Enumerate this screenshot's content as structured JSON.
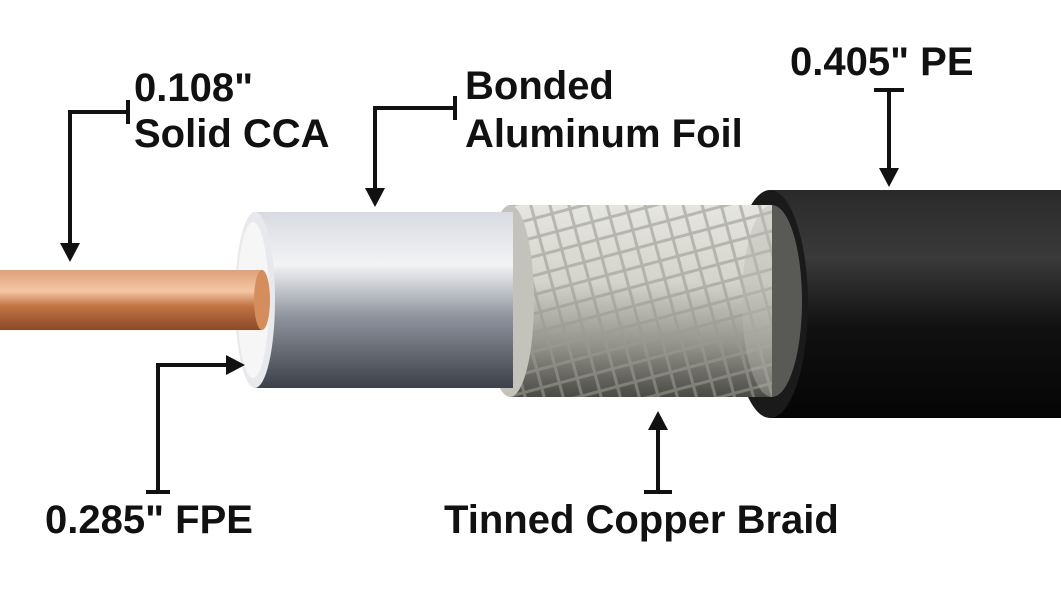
{
  "labels": {
    "conductor_size": "0.108\"",
    "conductor_type": "Solid CCA",
    "foil_line1": "Bonded",
    "foil_line2": "Aluminum Foil",
    "jacket": "0.405\" PE",
    "dielectric": "0.285\" FPE",
    "braid": "Tinned Copper Braid"
  },
  "colors": {
    "copper": "#c87a4a",
    "foil": "#a9adb5",
    "braid": "#c9c9c4",
    "jacket": "#151515",
    "dielectric": "#f4f4f4",
    "text": "#111111"
  }
}
